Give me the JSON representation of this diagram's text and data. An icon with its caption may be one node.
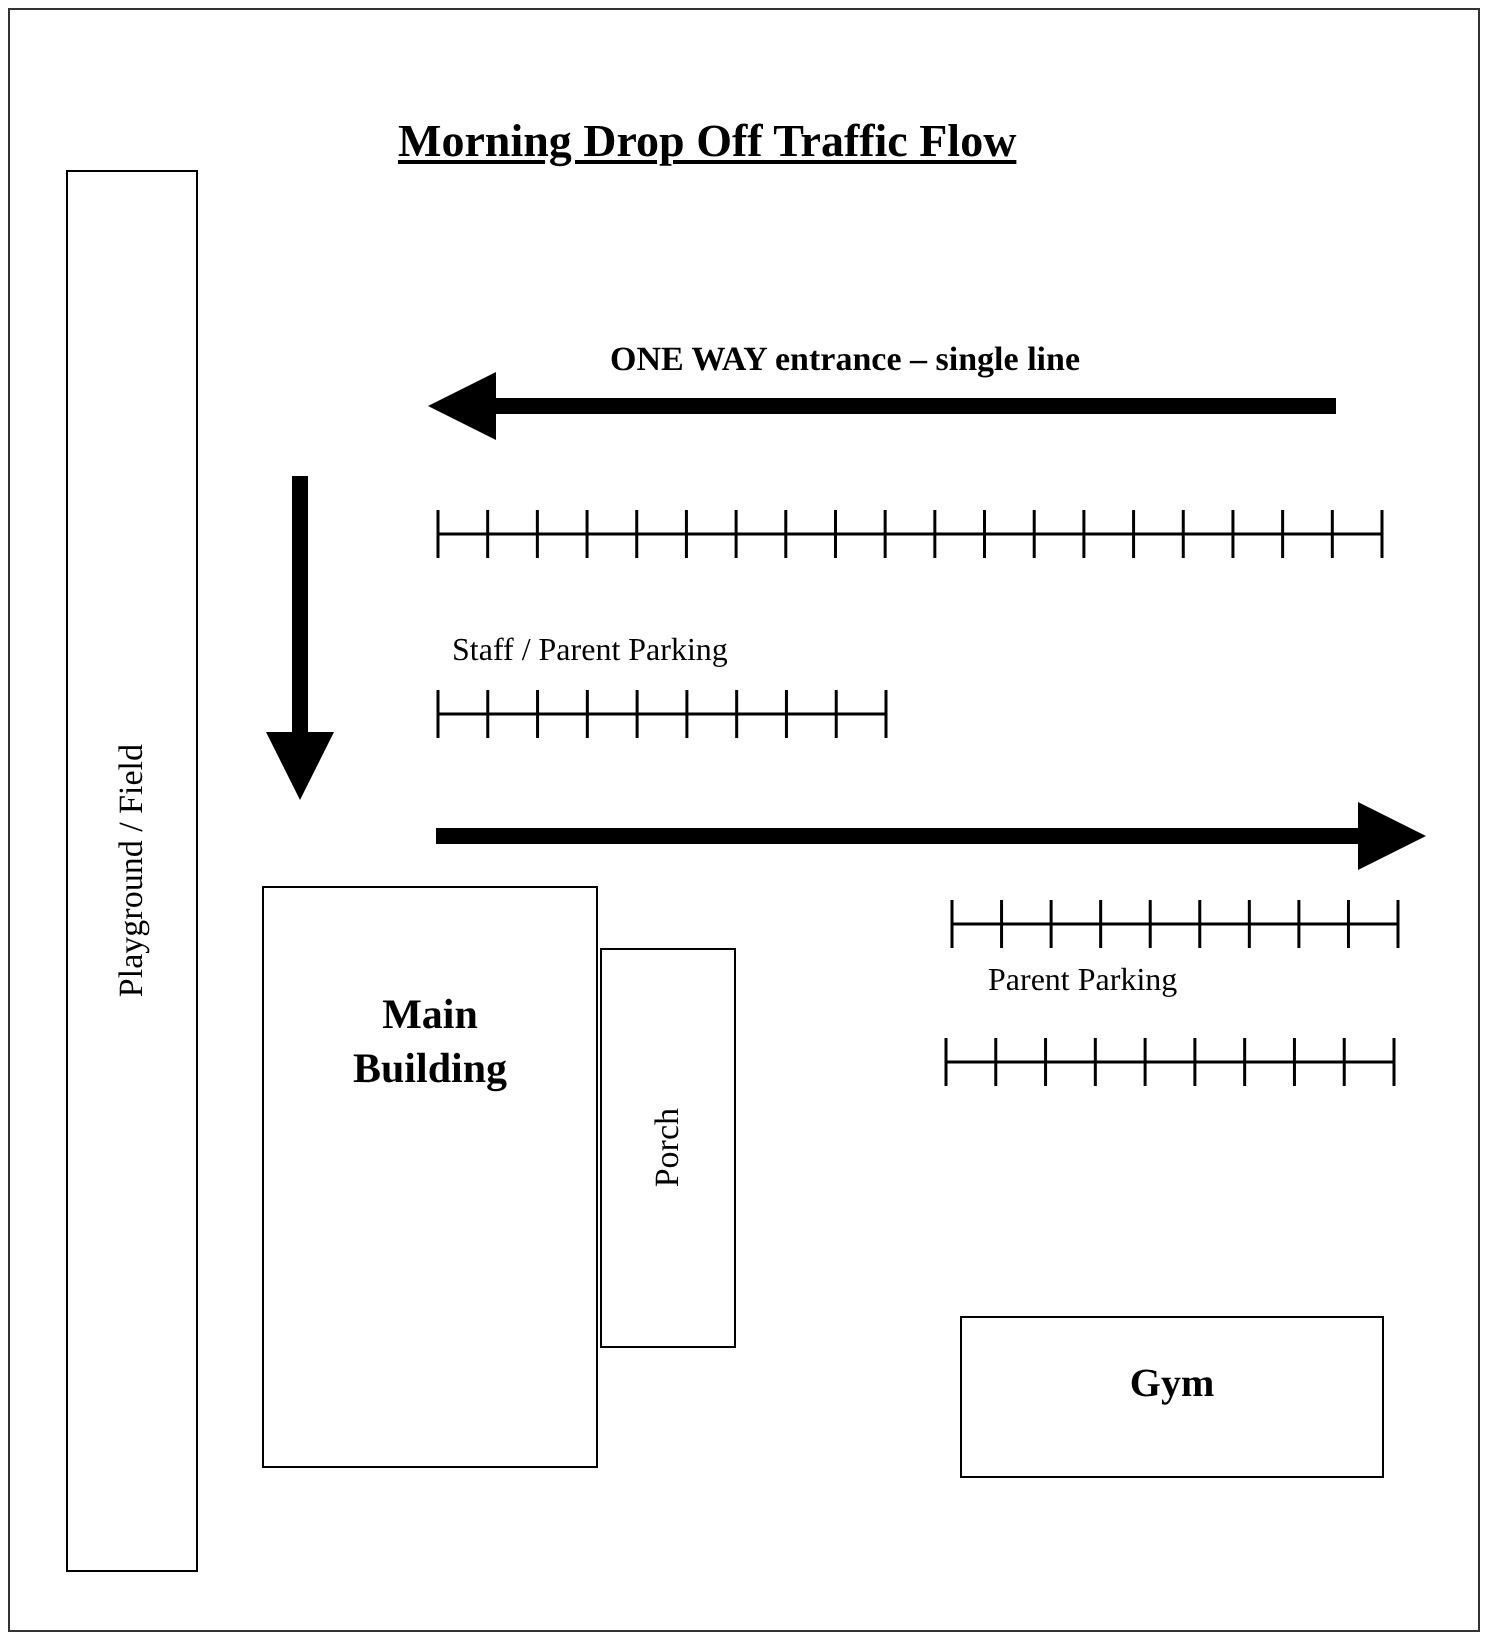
{
  "diagram": {
    "title": "Morning Drop Off Traffic Flow",
    "nodes": [
      {
        "text": [
          "Playground / Field"
        ]
      },
      {
        "text": [
          "Main Building"
        ]
      },
      {
        "text": [
          "Porch"
        ]
      },
      {
        "text": [
          "Gym"
        ]
      }
    ],
    "edges": [],
    "labels": [
      "ONE WAY entrance – single line",
      "Staff / Parent Parking",
      "Parent Parking"
    ]
  }
}
